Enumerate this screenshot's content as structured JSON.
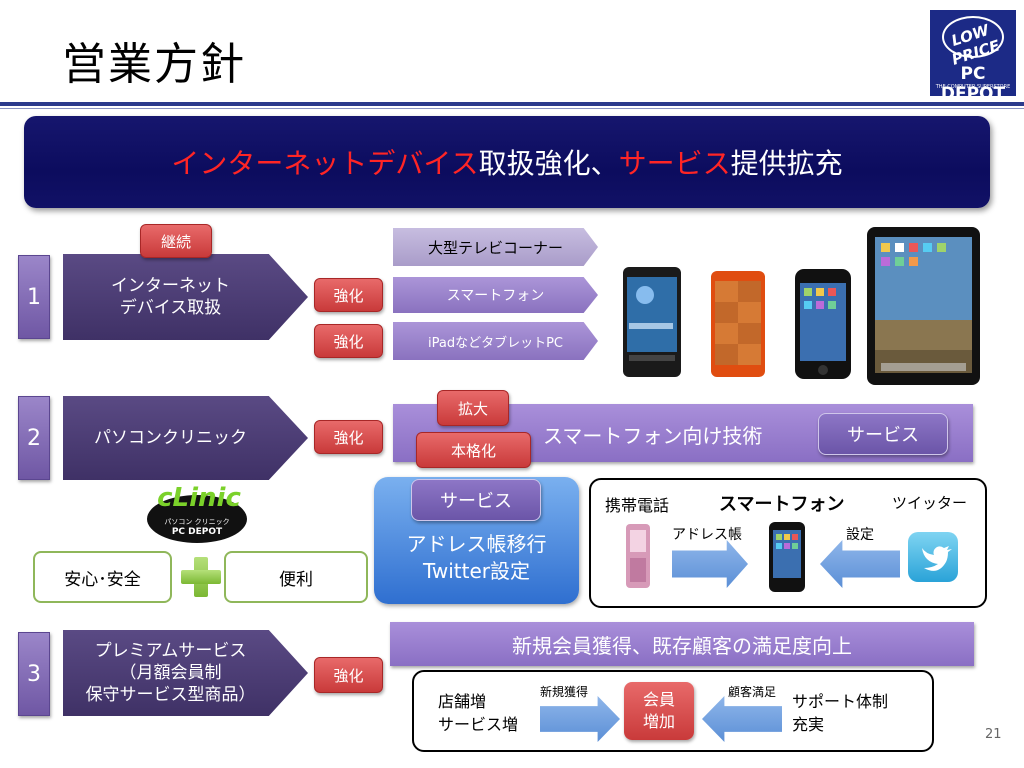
{
  "title": "営業方針",
  "logo": {
    "badge_text": "LOW PRICE",
    "brand": "PC DEPOT",
    "tagline": "THE COMPUTER SUPERSTORE"
  },
  "banner": {
    "part1": "インターネットデバイス",
    "part2": "取扱強化、",
    "part3": "サービス",
    "part4": "提供拡充"
  },
  "section1": {
    "number": "1",
    "label_line1": "インターネット",
    "label_line2": "デバイス取扱",
    "tag": "継続",
    "pill1": "強化",
    "pill2": "強化",
    "item1": "大型テレビコーナー",
    "item2": "スマートフォン",
    "item3": "iPadなどタブレットPC"
  },
  "section2": {
    "number": "2",
    "label": "パソコンクリニック",
    "pill": "強化",
    "bar_text": "スマートフォン向け技術",
    "bar_service": "サービス",
    "tag_expand": "拡大",
    "tag_full": "本格化",
    "clinic_logo_text": "cLinic",
    "clinic_logo_sub": "パソコン クリニック",
    "clinic_logo_brand": "PC DEPOT",
    "anshin": "安心･安全",
    "benri": "便利",
    "service_tag": "サービス",
    "blue_line1": "アドレス帳移行",
    "blue_line2": "Twitter設定",
    "flow_phone": "携帯電話",
    "flow_smart": "スマートフォン",
    "flow_twitter": "ツイッター",
    "flow_addr": "アドレス帳",
    "flow_setting": "設定"
  },
  "section3": {
    "number": "3",
    "label_line1": "プレミアムサービス",
    "label_line2": "（月額会員制",
    "label_line3": "保守サービス型商品）",
    "pill": "強化",
    "bar_text": "新規会員獲得、既存顧客の満足度向上",
    "left_line1": "店舗増",
    "left_line2": "サービス増",
    "arrow_left_label": "新規獲得",
    "center_line1": "会員",
    "center_line2": "増加",
    "arrow_right_label": "顧客満足",
    "right_line1": "サポート体制",
    "right_line2": "充実"
  },
  "page_number": "21",
  "colors": {
    "accent_red": "#ff2525",
    "navy": "#0c0c5e",
    "purple": "#5a4a84"
  }
}
